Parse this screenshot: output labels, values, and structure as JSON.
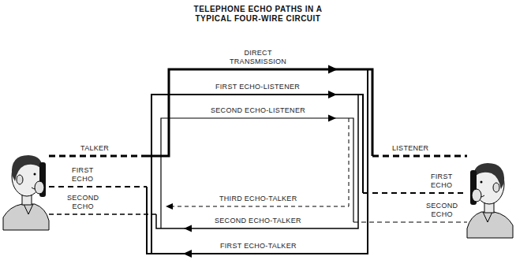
{
  "diagram": {
    "title": "TELEPHONE ECHO PATHS IN A TYPICAL FOUR-WIRE CIRCUIT",
    "labels": [
      "DIRECT TRANSMISSION",
      "FIRST ECHO-LISTENER",
      "TALKER",
      "SECOND ECHO-LISTENER",
      "LISTENER",
      "FIRST ECHO",
      "FIRST ECHO",
      "SECOND ECHO",
      "SECOND ECHO",
      "THIRD ECHO-TALKER",
      "SECOND ECHO-TALKER",
      "FIRST ECHO-TALKER"
    ]
  }
}
